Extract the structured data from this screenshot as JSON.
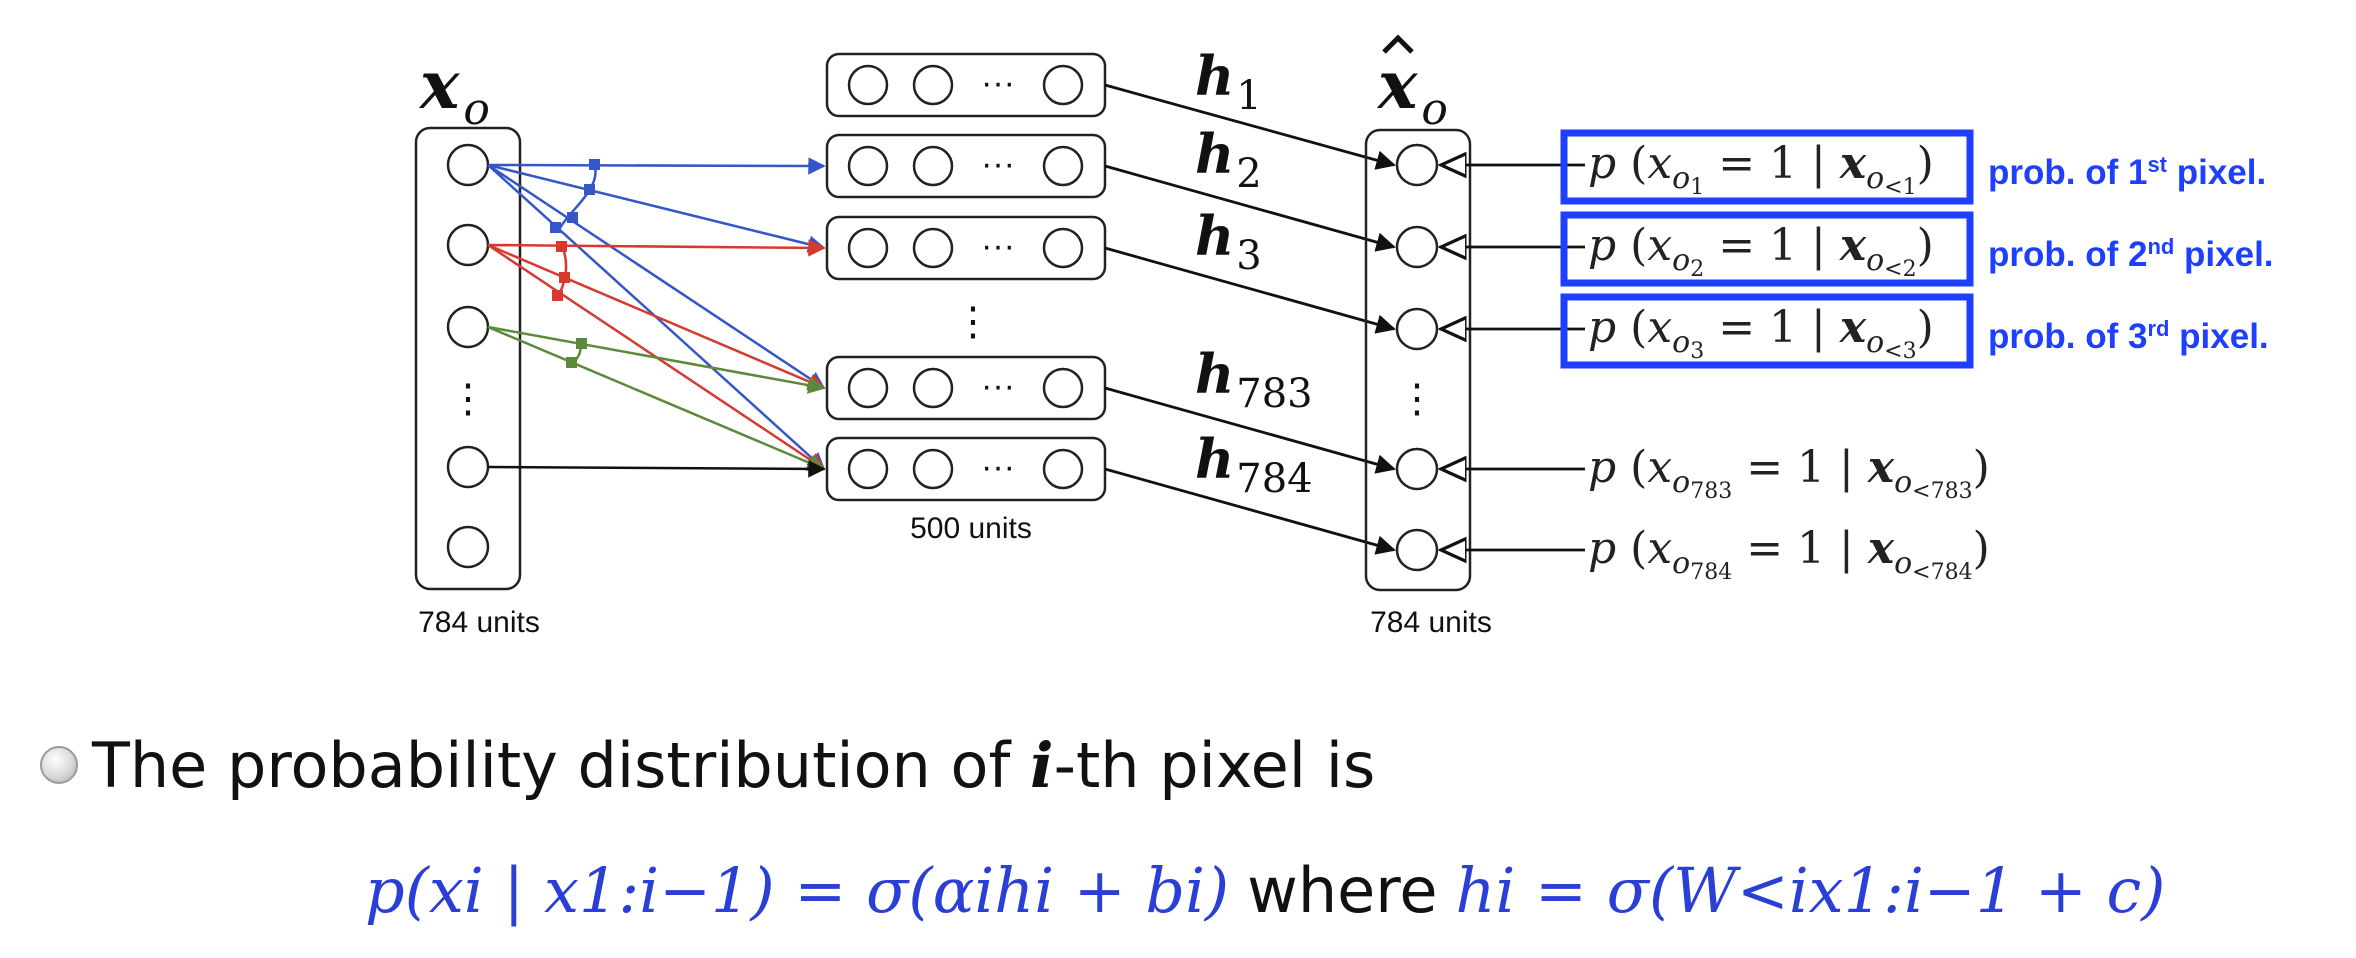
{
  "diagram": {
    "input_label_main": "x",
    "input_label_sub": "o",
    "output_label_main": "x",
    "output_label_sub": "o",
    "input_units": "784 units",
    "hidden_units": "500 units",
    "output_units": "784 units",
    "hidden_row_ellipsis": "···",
    "vertical_ellipsis": "⋮",
    "h_labels": [
      {
        "main": "h",
        "sub": "1"
      },
      {
        "main": "h",
        "sub": "2"
      },
      {
        "main": "h",
        "sub": "3"
      },
      {
        "main": "h",
        "sub": "783"
      },
      {
        "main": "h",
        "sub": "784"
      }
    ],
    "prob_terms": [
      {
        "sub1": "1",
        "sub2": "<1"
      },
      {
        "sub1": "2",
        "sub2": "<2"
      },
      {
        "sub1": "3",
        "sub2": "<3"
      },
      {
        "sub1": "783",
        "sub2": "<783"
      },
      {
        "sub1": "784",
        "sub2": "<784"
      }
    ],
    "prob_annotations": [
      {
        "pre": "prob. of 1",
        "sup": "st",
        "post": " pixel."
      },
      {
        "pre": "prob. of 2",
        "sup": "nd",
        "post": " pixel."
      },
      {
        "pre": "prob. of 3",
        "sup": "rd",
        "post": " pixel."
      }
    ],
    "colors": {
      "highlight_box": "#1f3fff",
      "annotation_text": "#1f3fff",
      "blue_edges": "#3556c8",
      "red_edges": "#d63a2c",
      "green_edges": "#5a8a3a",
      "black_edges": "#111111"
    }
  },
  "bullet": {
    "icon": "bullet-icon",
    "text_before": "The probability distribution of ",
    "variable": "i",
    "text_after": "-th pixel is"
  },
  "formula": {
    "lhs": "p(xi | x1:i−1) = σ(αihi + bi)",
    "where": "where",
    "rhs": "hi = σ(W<ix1:i−1 + c)"
  }
}
